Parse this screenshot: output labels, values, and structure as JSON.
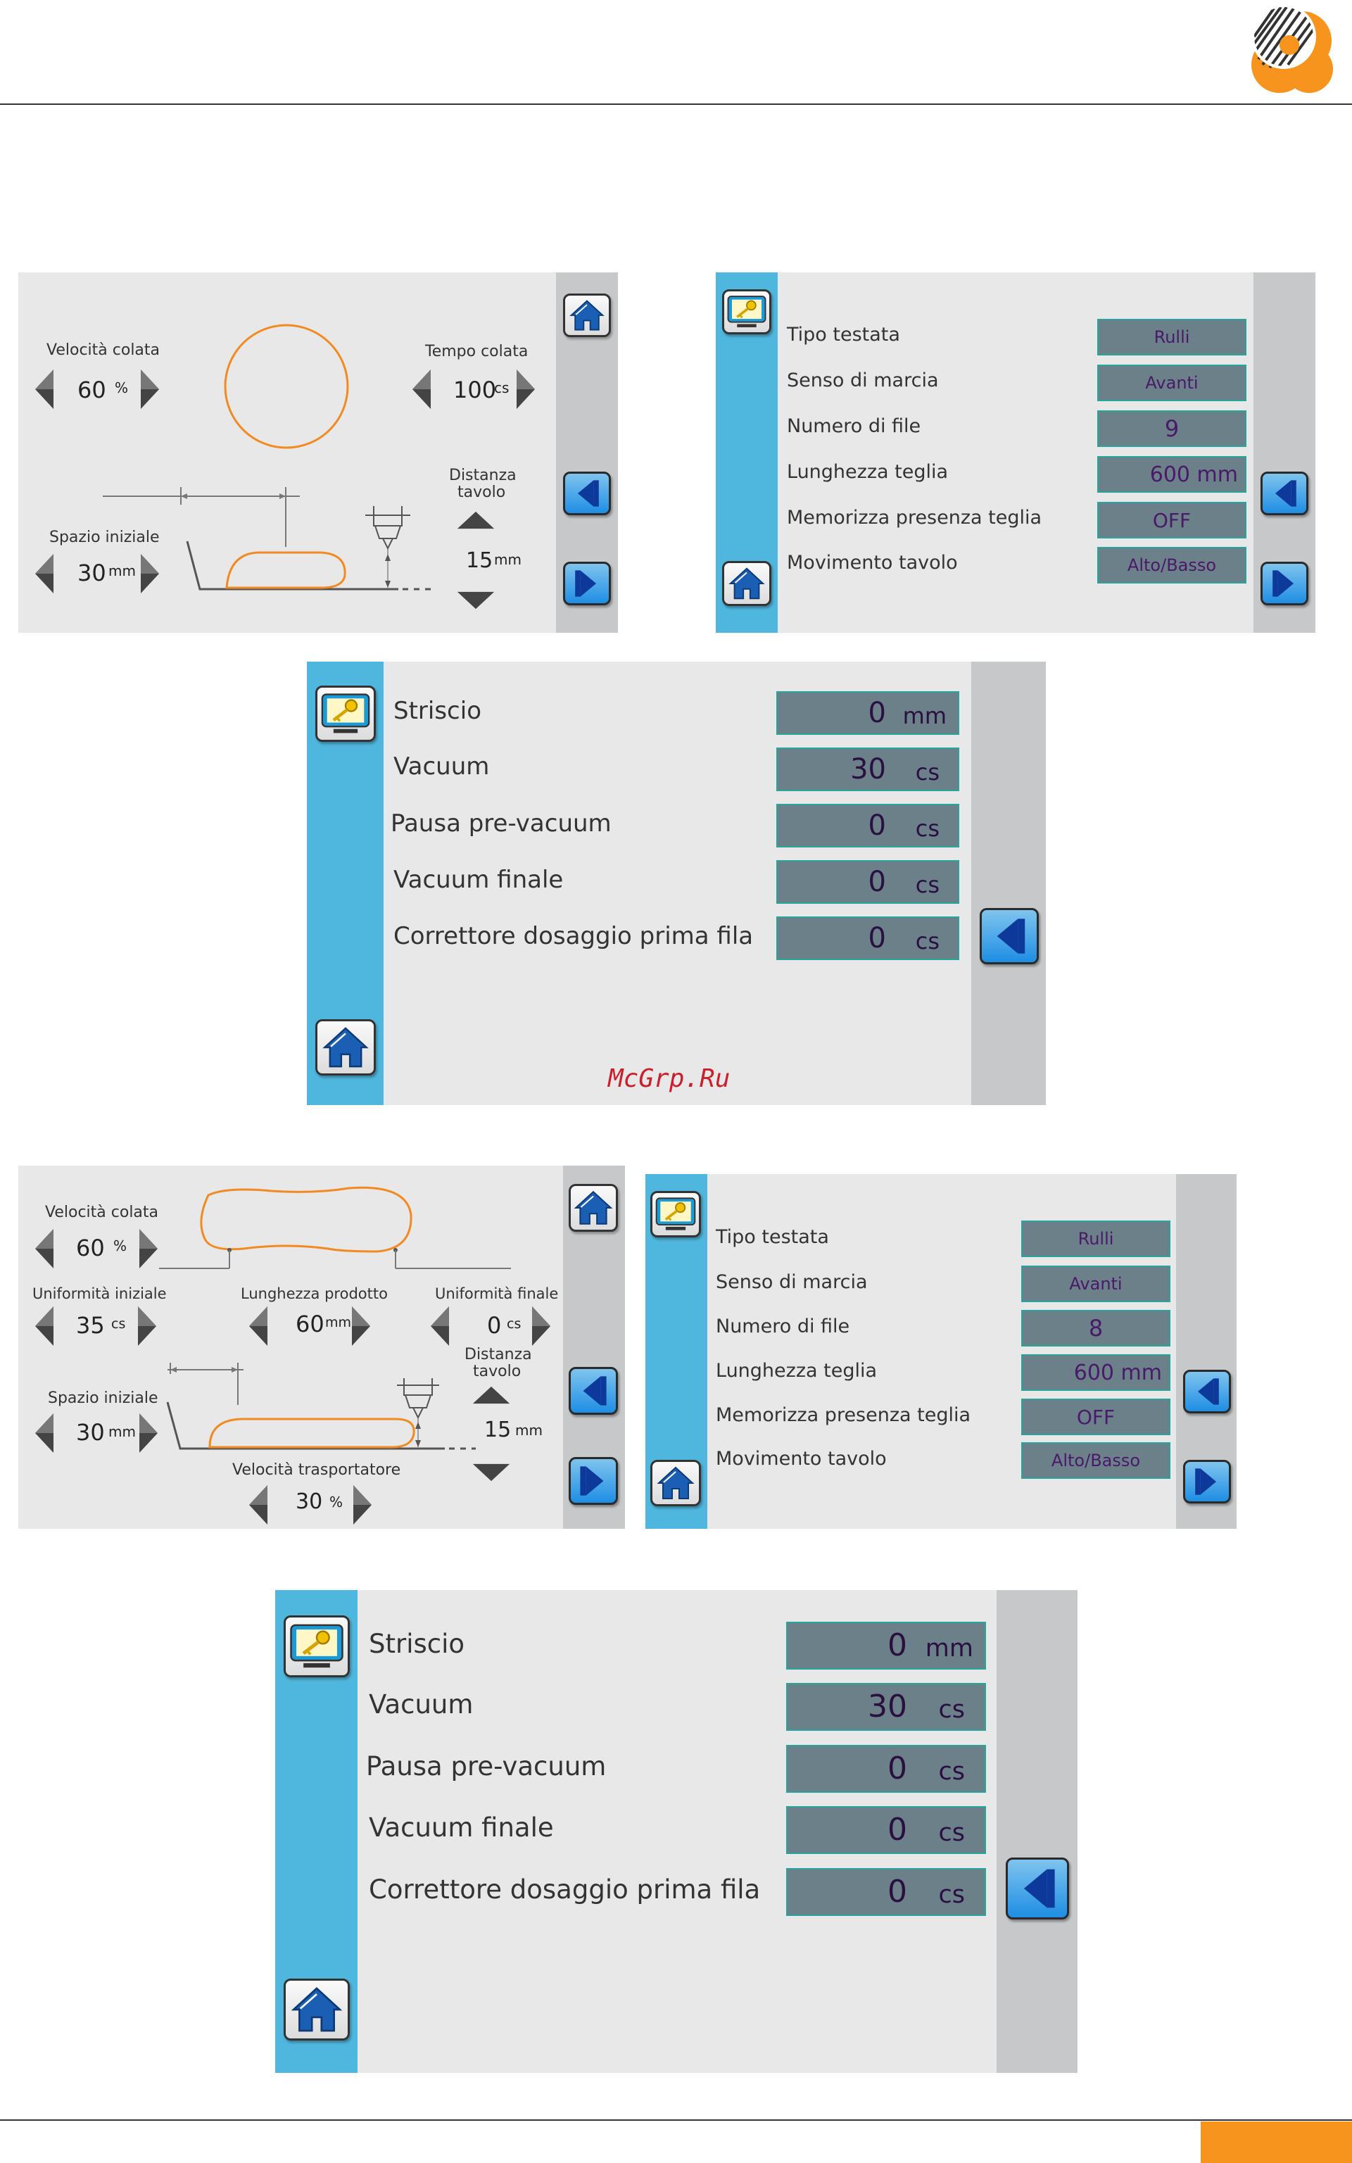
{
  "colors": {
    "accent": "#f7941d",
    "panel_bg": "#e8e8e8",
    "side_blue": "#4fb6dd",
    "side_grey": "#c6c8ca",
    "value_box": "#6b8089",
    "value_border": "#2aa39a",
    "value_text": "#4a1a6a"
  },
  "watermark": "McGrp.Ru",
  "screen1": {
    "velocita_label": "Velocità colata",
    "velocita_value": "60",
    "velocita_unit": "%",
    "tempo_label": "Tempo colata",
    "tempo_value": "100",
    "tempo_unit": "cs",
    "distanza_label1": "Distanza",
    "distanza_label2": "tavolo",
    "distanza_value": "15",
    "distanza_unit": "mm",
    "spazio_label": "Spazio iniziale",
    "spazio_value": "30",
    "spazio_unit": "mm"
  },
  "screen2": {
    "rows": [
      {
        "label": "Tipo testata",
        "value": "Rulli"
      },
      {
        "label": "Senso di marcia",
        "value": "Avanti"
      },
      {
        "label": "Numero di file",
        "value": "9"
      },
      {
        "label": "Lunghezza teglia",
        "value": "600 mm"
      },
      {
        "label": "Memorizza presenza teglia",
        "value": "OFF"
      },
      {
        "label": "Movimento tavolo",
        "value": "Alto/Basso"
      }
    ]
  },
  "screen3": {
    "rows": [
      {
        "label": "Striscio",
        "value": "0",
        "unit": "mm"
      },
      {
        "label": "Vacuum",
        "value": "30",
        "unit": "cs"
      },
      {
        "label": "Pausa pre-vacuum",
        "value": "0",
        "unit": "cs"
      },
      {
        "label": "Vacuum finale",
        "value": "0",
        "unit": "cs"
      },
      {
        "label": "Correttore dosaggio prima fila",
        "value": "0",
        "unit": "cs"
      }
    ]
  },
  "screen4": {
    "velocita_label": "Velocità colata",
    "velocita_value": "60",
    "velocita_unit": "%",
    "unif_iniz_label": "Uniformità iniziale",
    "unif_iniz_value": "35",
    "unif_iniz_unit": "cs",
    "lungh_label": "Lunghezza prodotto",
    "lungh_value": "60",
    "lungh_unit": "mm",
    "unif_fin_label": "Uniformità finale",
    "unif_fin_value": "0",
    "unif_fin_unit": "cs",
    "distanza_label1": "Distanza",
    "distanza_label2": "tavolo",
    "distanza_value": "15",
    "distanza_unit": "mm",
    "spazio_label": "Spazio iniziale",
    "spazio_value": "30",
    "spazio_unit": "mm",
    "trasp_label": "Velocità trasportatore",
    "trasp_value": "30",
    "trasp_unit": "%"
  },
  "screen5": {
    "rows": [
      {
        "label": "Tipo testata",
        "value": "Rulli"
      },
      {
        "label": "Senso di marcia",
        "value": "Avanti"
      },
      {
        "label": "Numero di file",
        "value": "8"
      },
      {
        "label": "Lunghezza teglia",
        "value": "600 mm"
      },
      {
        "label": "Memorizza presenza teglia",
        "value": "OFF"
      },
      {
        "label": "Movimento tavolo",
        "value": "Alto/Basso"
      }
    ]
  },
  "screen6": {
    "rows": [
      {
        "label": "Striscio",
        "value": "0",
        "unit": "mm"
      },
      {
        "label": "Vacuum",
        "value": "30",
        "unit": "cs"
      },
      {
        "label": "Pausa pre-vacuum",
        "value": "0",
        "unit": "cs"
      },
      {
        "label": "Vacuum finale",
        "value": "0",
        "unit": "cs"
      },
      {
        "label": "Correttore dosaggio prima fila",
        "value": "0",
        "unit": "cs"
      }
    ]
  }
}
